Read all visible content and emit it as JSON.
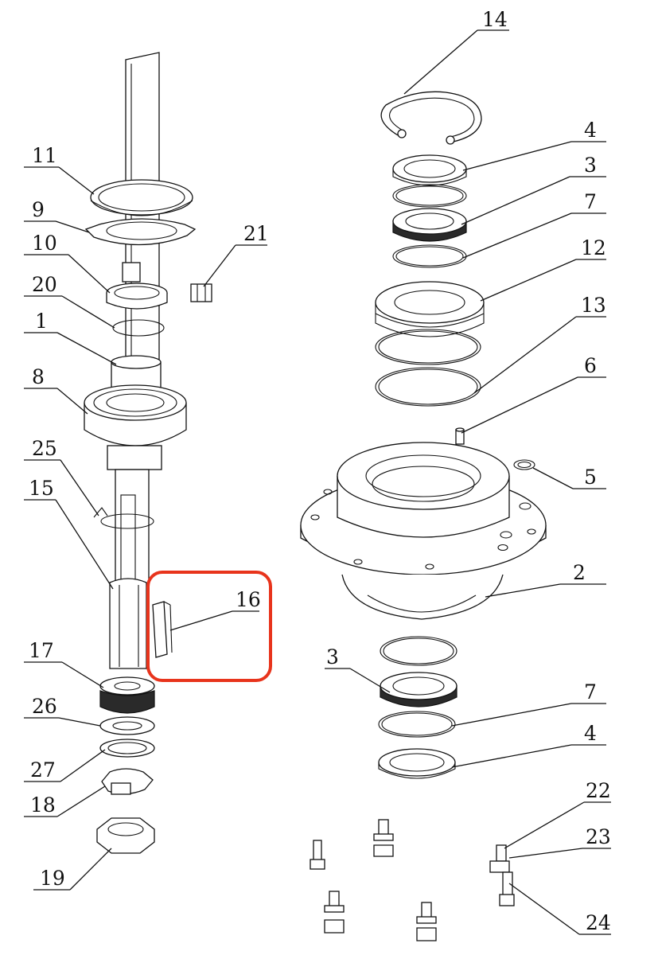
{
  "callouts": {
    "c14": "14",
    "c4_top": "4",
    "c3_top": "3",
    "c7_top": "7",
    "c12": "12",
    "c13": "13",
    "c6": "6",
    "c5": "5",
    "c2": "2",
    "c3_bottom": "3",
    "c7_bottom": "7",
    "c4_bottom": "4",
    "c22": "22",
    "c23": "23",
    "c24": "24",
    "c11": "11",
    "c9": "9",
    "c21": "21",
    "c10": "10",
    "c20": "20",
    "c1": "1",
    "c8": "8",
    "c25": "25",
    "c15": "15",
    "c16": "16",
    "c17": "17",
    "c26": "26",
    "c27": "27",
    "c18": "18",
    "c19": "19"
  },
  "highlight": {
    "target": "16",
    "color": "#e8341c"
  }
}
